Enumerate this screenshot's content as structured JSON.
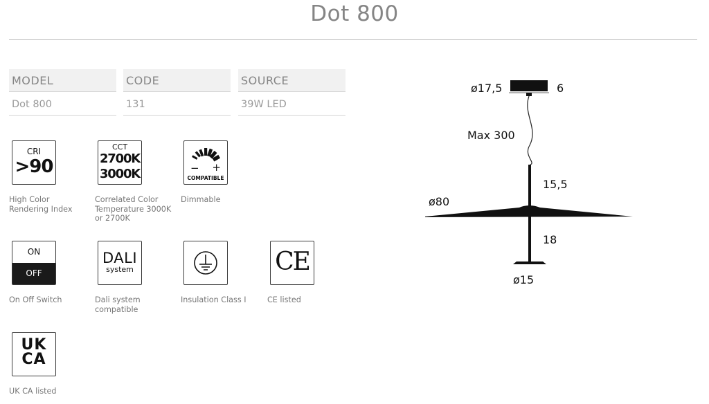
{
  "title": "Dot 800",
  "specs": [
    {
      "label": "MODEL",
      "value": "Dot 800"
    },
    {
      "label": "CODE",
      "value": "131"
    },
    {
      "label": "SOURCE",
      "value": "39W LED"
    }
  ],
  "icons": {
    "cri": {
      "top": "CRI",
      "main": ">90",
      "caption": "High Color Rendering Index"
    },
    "cct": {
      "top": "CCT",
      "line1": "2700K",
      "line2": "3000K",
      "caption": "Correlated Color Temperature 3000K or 2700K"
    },
    "dimmable": {
      "minus": "−",
      "plus": "+",
      "word": "COMPATIBLE",
      "caption": "Dimmable"
    },
    "onoff": {
      "on": "ON",
      "off": "OFF",
      "caption": "On Off Switch"
    },
    "dali": {
      "main": "DALI",
      "sub": "system",
      "caption": "Dali system compatible"
    },
    "insulation": {
      "caption": "Insulation Class I"
    },
    "ce": {
      "mark": "CE",
      "caption": "CE listed"
    },
    "ukca": {
      "line1": "UK",
      "line2": "CA",
      "caption": "UK CA listed"
    }
  },
  "dimensions": {
    "canopy_diameter": "ø17,5",
    "canopy_height": "6",
    "cable": "Max 300",
    "upper_stem": "15,5",
    "shade_diameter": "ø80",
    "lower_stem": "18",
    "base_diameter": "ø15"
  },
  "colors": {
    "text_gray": "#6e6e6e",
    "line": "#d4d4d4",
    "header_bg": "#f1f1f1",
    "product": "#111111"
  }
}
